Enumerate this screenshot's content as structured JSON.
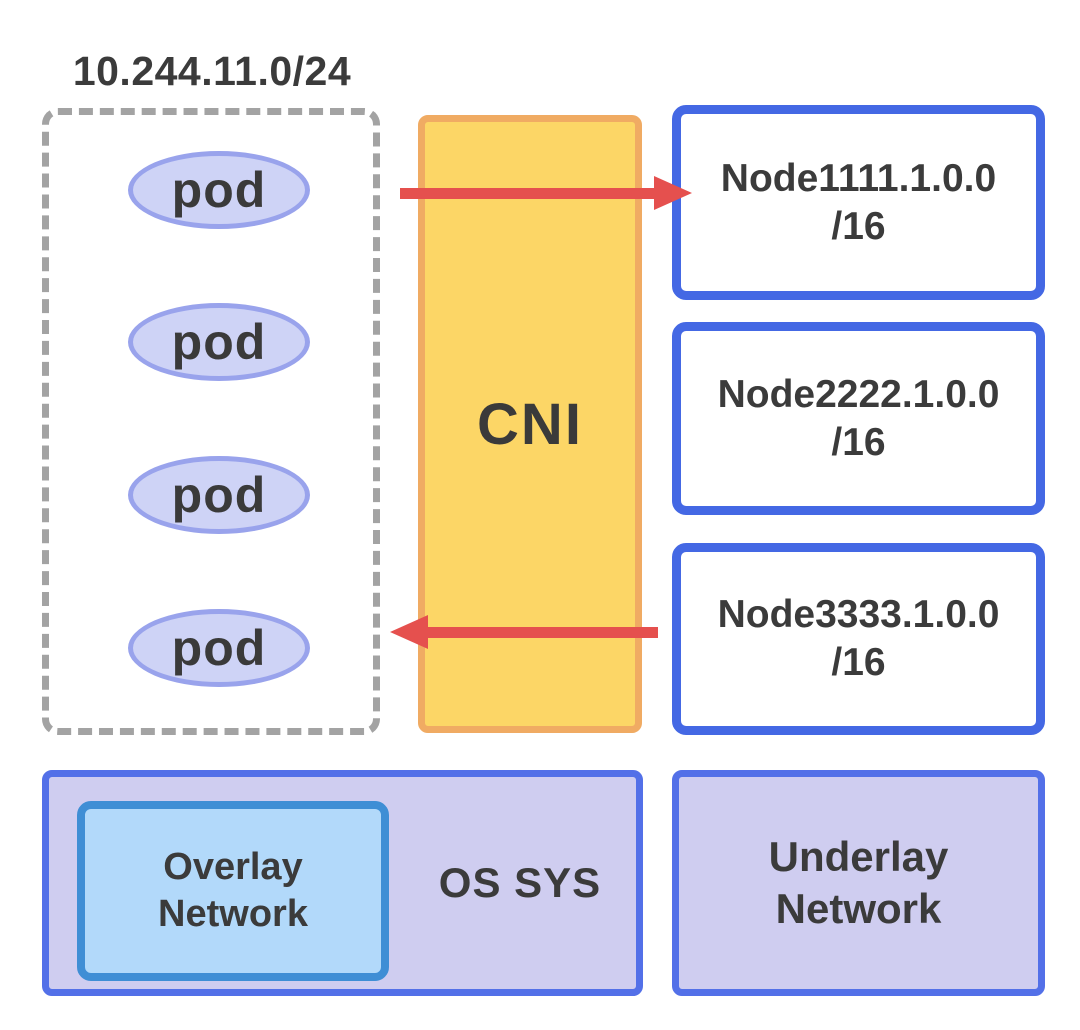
{
  "diagram": {
    "title_visible": false,
    "subnet_label": "10.244.11.0/24",
    "pods": [
      {
        "label": "pod"
      },
      {
        "label": "pod"
      },
      {
        "label": "pod"
      },
      {
        "label": "pod"
      }
    ],
    "cni": {
      "label": "CNI"
    },
    "nodes": [
      {
        "line1": "Node1111.1.0.0",
        "line2": "/16"
      },
      {
        "line1": "Node2222.1.0.0",
        "line2": "/16"
      },
      {
        "line1": "Node3333.1.0.0",
        "line2": "/16"
      }
    ],
    "arrows": [
      {
        "name": "pod-to-node1",
        "direction": "right"
      },
      {
        "name": "node3-to-pod",
        "direction": "left"
      }
    ],
    "host": {
      "overlay": {
        "line1": "Overlay",
        "line2": "Network"
      },
      "os_label": "OS SYS"
    },
    "underlay": {
      "line1": "Underlay",
      "line2": "Network"
    }
  },
  "colors": {
    "background": "#ffffff",
    "text": "#3b3b3b",
    "pod_fill": "#ced3f6",
    "pod_border": "#99a3ec",
    "dashed_border": "#a3a3a3",
    "cni_fill": "#fcd666",
    "cni_border": "#f0ab63",
    "node_border": "#4468e4",
    "arrow_red": "#e5504e",
    "host_fill": "#cfcdf0",
    "host_border": "#5370e8",
    "overlay_fill": "#b2d9fa",
    "overlay_border": "#3f8ed5"
  }
}
